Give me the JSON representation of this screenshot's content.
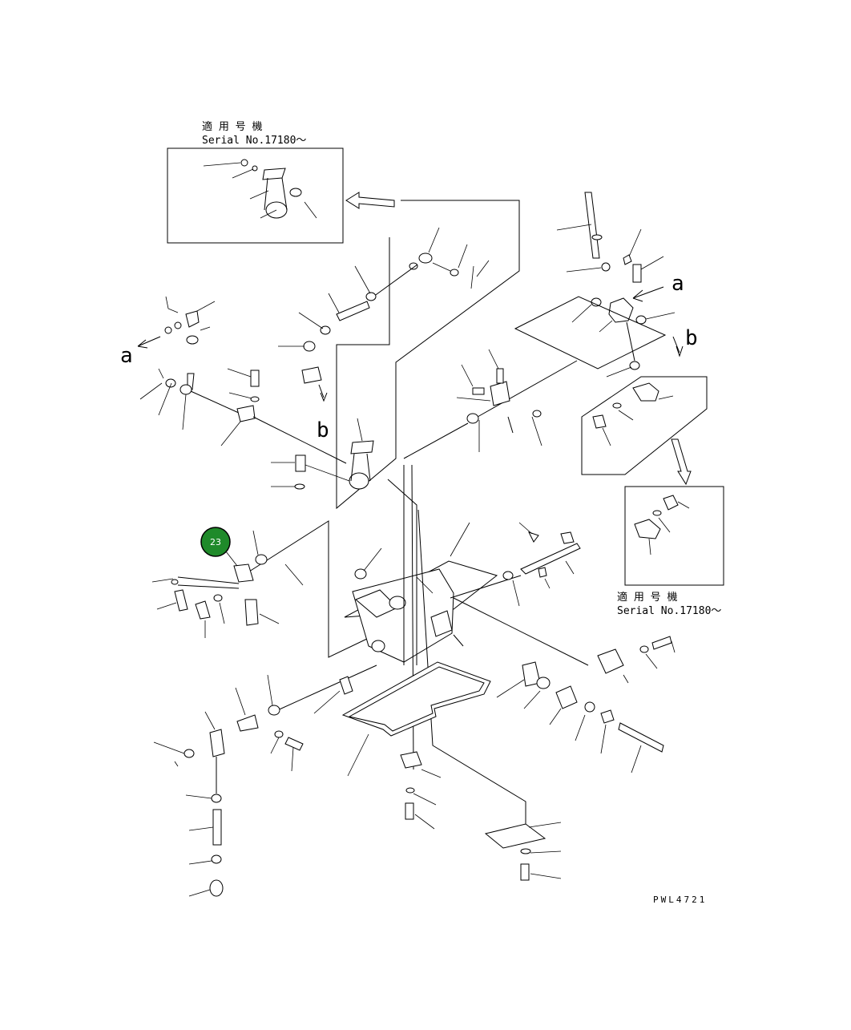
{
  "insets": {
    "top_left": {
      "caption_jp": "適 用 号 機",
      "caption_serial": "Serial No.17180～"
    },
    "right": {
      "caption_jp": "適 用 号 機",
      "caption_serial": "Serial No.17180～"
    }
  },
  "markers": {
    "a_left": "a",
    "a_right": "a",
    "b_left": "b",
    "b_right": "b"
  },
  "callout": {
    "number": "23",
    "color": "#1f8a2a"
  },
  "drawing_ref": "PWL4721"
}
